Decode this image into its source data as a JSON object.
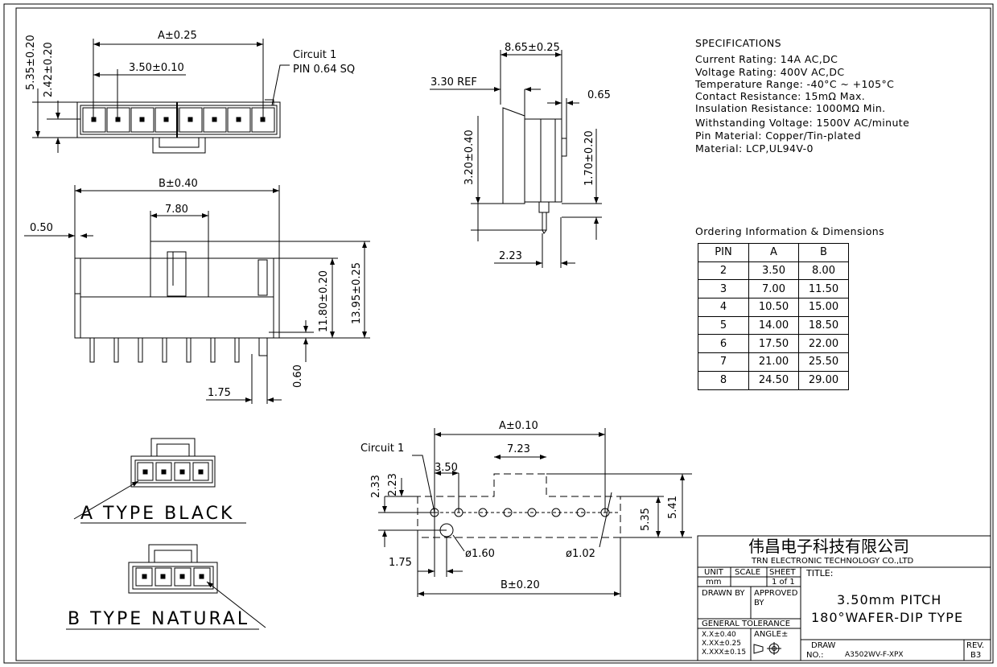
{
  "title_block": {
    "company_cn": "伟昌电子科技有限公司",
    "company_en": "TRN ELECTRONIC TECHNOLOGY CO.,LTD",
    "unit_label": "UNIT",
    "unit_value": "mm",
    "scale_label": "SCALE",
    "sheet_label": "SHEET",
    "sheet_value": "1 of 1",
    "title_label": "TITLE:",
    "title_line1": "3.50mm PITCH",
    "title_line2": "180°WAFER-DIP TYPE",
    "drawn_by": "DRAWN BY",
    "approved": "APPROVED",
    "approved_by": "BY",
    "general_tolerance": "GENERAL TOLERANCE",
    "tol_1": "X.X±0.40",
    "tol_2": "X.XX±0.25",
    "tol_3": "X.XXX±0.15",
    "angle": "ANGLE±",
    "draw_no_label": "DRAW",
    "draw_no_label2": "NO.:",
    "draw_no": "A3502WV-F-XPX",
    "rev_label": "REV.",
    "rev_value": "B3"
  },
  "specifications": {
    "heading": "SPECIFICATIONS",
    "lines": [
      "Current Rating: 14A AC,DC",
      "Voltage Rating: 400V AC,DC",
      "Temperature Range: -40°C ~ +105°C",
      "Contact Resistance: 15mΩ Max.",
      "Insulation Resistance: 1000MΩ Min.",
      "Withstanding Voltage: 1500V AC/minute",
      "Pin Material: Copper/Tin-plated",
      "Material: LCP,UL94V-0"
    ]
  },
  "ordering": {
    "heading": "Ordering Information & Dimensions",
    "columns": [
      "PIN",
      "A",
      "B"
    ],
    "rows": [
      [
        "2",
        "3.50",
        "8.00"
      ],
      [
        "3",
        "7.00",
        "11.50"
      ],
      [
        "4",
        "10.50",
        "15.00"
      ],
      [
        "5",
        "14.00",
        "18.50"
      ],
      [
        "6",
        "17.50",
        "22.00"
      ],
      [
        "7",
        "21.00",
        "25.50"
      ],
      [
        "8",
        "24.50",
        "29.00"
      ]
    ]
  },
  "dims": {
    "a_025": "A±0.25",
    "d_350_010": "3.50±0.10",
    "circuit1": "Circuit 1",
    "pin_sq": "PIN 0.64 SQ",
    "d_535_020": "5.35±0.20",
    "d_242_020": "2.42±0.20",
    "b_040": "B±0.40",
    "d_780": "7.80",
    "d_050": "0.50",
    "d_1180_020": "11.80±0.20",
    "d_1395_025": "13.95±0.25",
    "d_060": "0.60",
    "d_175": "1.75",
    "d_865_025": "8.65±0.25",
    "d_330_ref": "3.30 REF",
    "d_065": "0.65",
    "d_320_040": "3.20±0.40",
    "d_170_020": "1.70±0.20",
    "d_223": "2.23",
    "a_010": "A±0.10",
    "d_723": "7.23",
    "d_350": "3.50",
    "d_233": "2.33",
    "d_223b": "2.23",
    "d_535": "5.35",
    "d_541": "5.41",
    "phi_160": "ø1.60",
    "phi_102": "ø1.02",
    "b_020": "B±0.20",
    "d_175b": "1.75",
    "circuit1b": "Circuit 1"
  },
  "type_labels": {
    "a_type": "A TYPE BLACK",
    "b_type": "B TYPE NATURAL"
  }
}
